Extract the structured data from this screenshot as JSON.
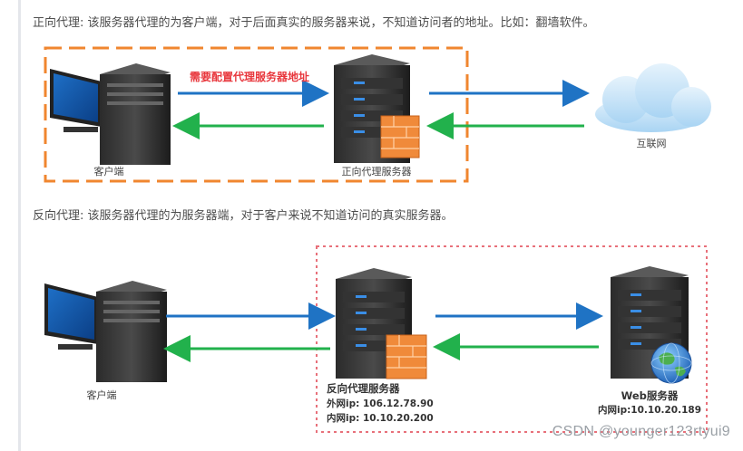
{
  "paragraphs": {
    "forward": "正向代理: 该服务器代理的为客户端，对于后面真实的服务器来说，不知道访问者的地址。比如：翻墙软件。",
    "reverse": "反向代理: 该服务器代理的为服务器端，对于客户来说不知道访问的真实服务器。"
  },
  "forward_diagram": {
    "client_label": "客户端",
    "proxy_label": "正向代理服务器",
    "internet_label": "互联网",
    "config_note": "需要配置代理服务器地址"
  },
  "reverse_diagram": {
    "client_label": "客户端",
    "proxy_label": "反向代理服务器",
    "proxy_external_ip": "外网ip: 106.12.78.90",
    "proxy_internal_ip": "内网ip: 10.10.20.200",
    "web_label": "Web服务器",
    "web_internal_ip": "内网ip:10.10.20.189"
  },
  "watermark": "CSDN @younger123rtyui9",
  "colors": {
    "forward_box": "#f0862f",
    "reverse_box": "#e8707a",
    "request_arrow": "#1f73c4",
    "response_arrow": "#22b14c",
    "note_text": "#e8363c"
  }
}
